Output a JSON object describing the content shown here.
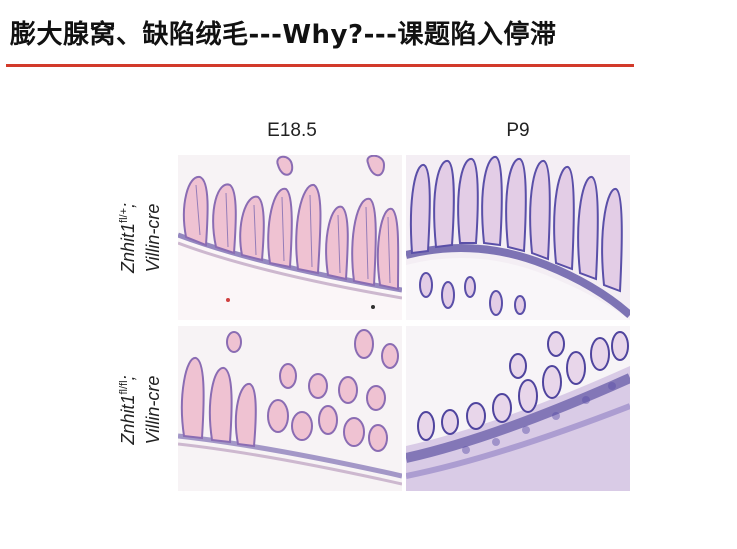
{
  "slide": {
    "title": "膨大腺窝、缺陷绒毛---Why?---课题陷入停滞"
  },
  "figure": {
    "columns": [
      "E18.5",
      "P9"
    ],
    "rows": [
      {
        "gene": "Znhit1",
        "genotype_sup": "fl/+",
        "sep": ";",
        "driver": "Villin-cre"
      },
      {
        "gene": "Znhit1",
        "genotype_sup": "fl/fl",
        "sep": ";",
        "driver": "Villin-cre"
      }
    ]
  },
  "colors": {
    "accent_rule": "#d23a2a",
    "he_pink": "#f0c8d4",
    "he_purple": "#5a4fa8"
  }
}
